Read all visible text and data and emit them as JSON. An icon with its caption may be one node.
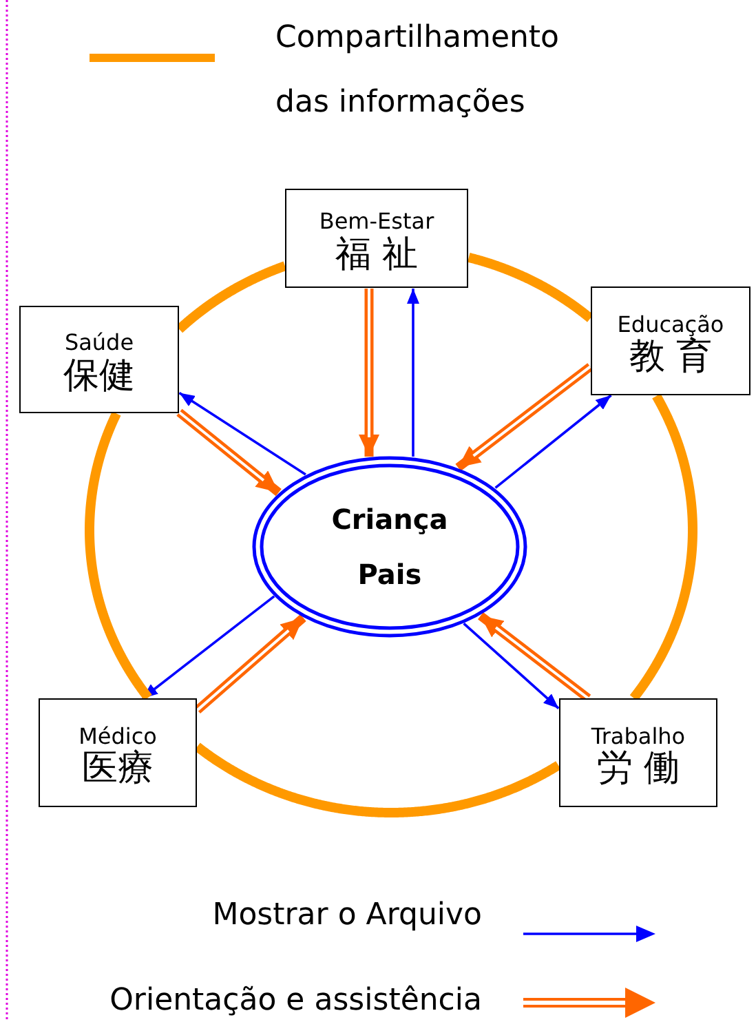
{
  "diagram": {
    "nodes": [
      {
        "text": [
          "Bem-Estar",
          "福 祉"
        ]
      },
      {
        "text": [
          "Saúde",
          "保健"
        ]
      },
      {
        "text": [
          "Educação",
          "教 育"
        ]
      },
      {
        "text": [
          "Criança",
          "Pais"
        ]
      },
      {
        "text": [
          "Médico",
          "医療"
        ]
      },
      {
        "text": [
          "Trabalho",
          "労 働"
        ]
      }
    ],
    "edges": [
      {
        "from": 0,
        "to": 3,
        "arrow": "to",
        "color": "#ff6600"
      },
      {
        "from": 3,
        "to": 0,
        "arrow": "to",
        "color": "#0000ff"
      },
      {
        "from": 1,
        "to": 3,
        "arrow": "to",
        "color": "#ff6600"
      },
      {
        "from": 3,
        "to": 1,
        "arrow": "to",
        "color": "#0000ff"
      },
      {
        "from": 2,
        "to": 3,
        "arrow": "to",
        "color": "#ff6600"
      },
      {
        "from": 3,
        "to": 2,
        "arrow": "to",
        "color": "#0000ff"
      },
      {
        "from": 4,
        "to": 3,
        "arrow": "to",
        "color": "#ff6600"
      },
      {
        "from": 3,
        "to": 4,
        "arrow": "to",
        "color": "#0000ff"
      },
      {
        "from": 5,
        "to": 3,
        "arrow": "to",
        "color": "#ff6600"
      },
      {
        "from": 3,
        "to": 5,
        "arrow": "to",
        "color": "#0000ff"
      },
      {
        "from": 0,
        "to": 2,
        "arrow": "none",
        "color": "#ff9900"
      },
      {
        "from": 2,
        "to": 5,
        "arrow": "none",
        "color": "#ff9900"
      },
      {
        "from": 5,
        "to": 4,
        "arrow": "none",
        "color": "#ff9900"
      },
      {
        "from": 4,
        "to": 1,
        "arrow": "none",
        "color": "#ff9900"
      },
      {
        "from": 1,
        "to": 0,
        "arrow": "none",
        "color": "#ff9900"
      }
    ],
    "legend": [
      {
        "text": "Compartilhamento das informações"
      },
      {
        "text": "Mostrar o Arquivo"
      },
      {
        "text": "Orientação e assistência"
      }
    ]
  }
}
